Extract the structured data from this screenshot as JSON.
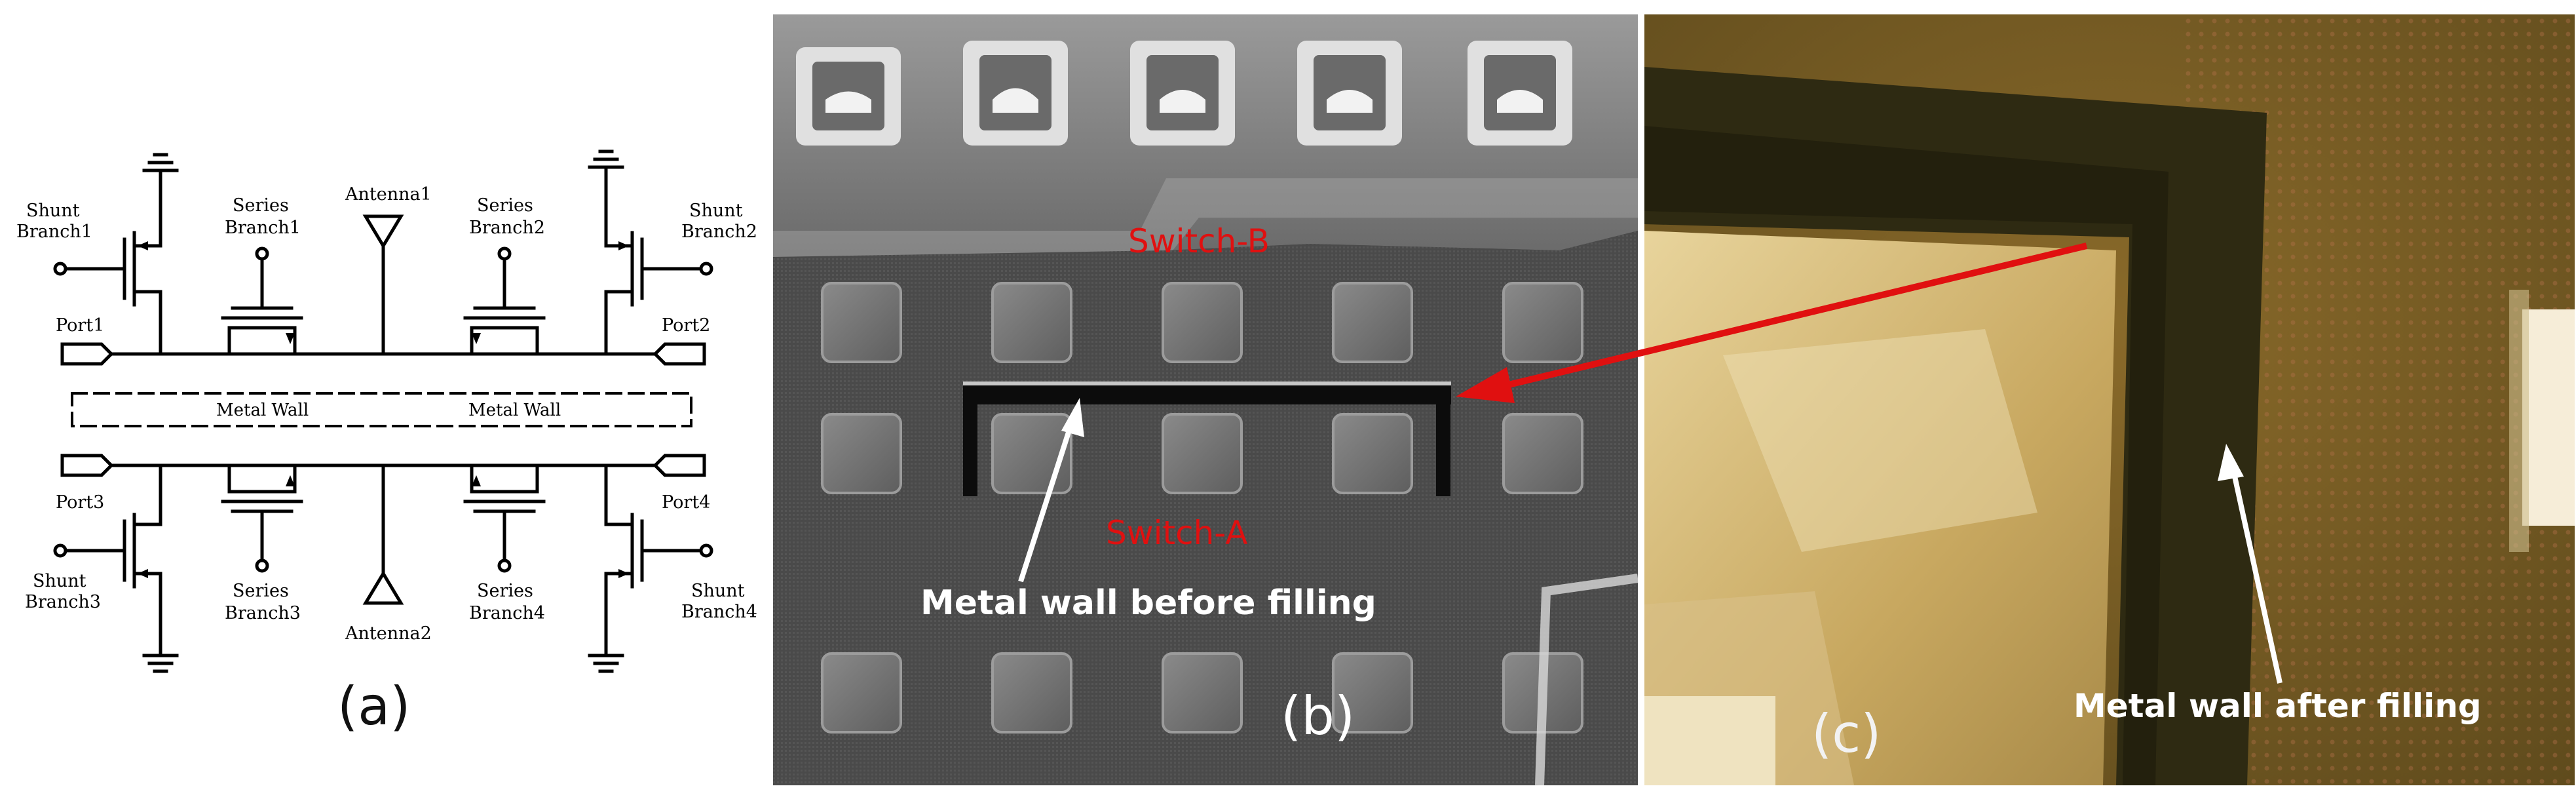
{
  "panel_a": {
    "caption": "(a)",
    "shunt_branch1": [
      "Shunt",
      "Branch1"
    ],
    "shunt_branch2": [
      "Shunt",
      "Branch2"
    ],
    "shunt_branch3": [
      "Shunt",
      "Branch3"
    ],
    "shunt_branch4": [
      "Shunt",
      "Branch4"
    ],
    "series_branch1": [
      "Series",
      "Branch1"
    ],
    "series_branch2": [
      "Series",
      "Branch2"
    ],
    "series_branch3": [
      "Series",
      "Branch3"
    ],
    "series_branch4": [
      "Series",
      "Branch4"
    ],
    "antenna1": "Antenna1",
    "antenna2": "Antenna2",
    "port1": "Port1",
    "port2": "Port2",
    "port3": "Port3",
    "port4": "Port4",
    "metal_wall_left": "Metal Wall",
    "metal_wall_right": "Metal Wall"
  },
  "panel_b": {
    "caption": "(b)",
    "switch_b": "Switch-B",
    "switch_a": "Switch-A",
    "annotation": "Metal wall before filling",
    "label_color": "#e01010"
  },
  "panel_c": {
    "caption": "(c)",
    "annotation": "Metal wall after filling",
    "arrow_color": "#e01010"
  }
}
